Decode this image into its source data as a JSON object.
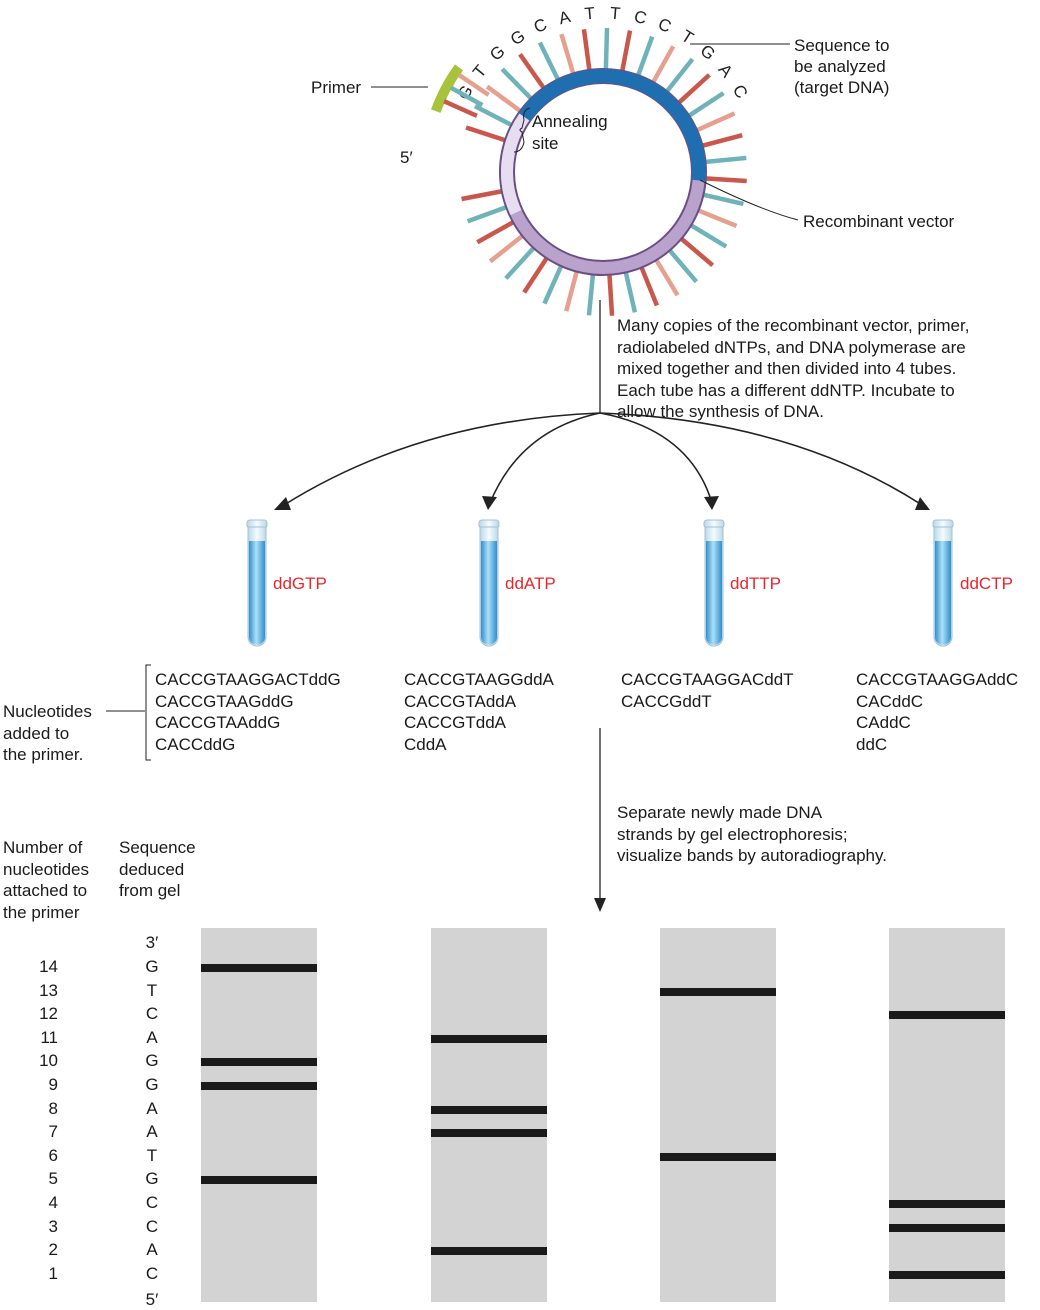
{
  "colors": {
    "target_blue": "#1f6fb0",
    "vector_purple": "#9a7ab3",
    "vector_light": "#d8cde3",
    "primer_green": "#a8c23a",
    "tick_red": "#c9574b",
    "tick_salmon": "#e5a08f",
    "tick_teal": "#6fb3b8",
    "ddntp_red": "#e8262c",
    "gel_lane": "#d3d3d3",
    "gel_band": "#1a1a1a"
  },
  "plasmid": {
    "letters": [
      "G",
      "T",
      "G",
      "G",
      "C",
      "A",
      "T",
      "T",
      "C",
      "C",
      "T",
      "G",
      "A",
      "C"
    ],
    "label_target": [
      "Sequence to",
      "be analyzed",
      "(target DNA)"
    ],
    "label_primer": "Primer",
    "label_primer_end": "5′",
    "label_annealing": [
      "Annealing",
      "site"
    ],
    "label_vector": "Recombinant vector"
  },
  "step1_text": [
    "Many copies of the recombinant vector, primer,",
    "radiolabeled dNTPs, and DNA polymerase are",
    "mixed together and then divided into 4 tubes.",
    "Each tube has a different ddNTP. Incubate to",
    "allow the synthesis of DNA."
  ],
  "tubes": [
    {
      "label": "ddGTP",
      "products": [
        "CACCGTAAGGACTddG",
        "CACCGTAAGddG",
        "CACCGTAAddG",
        "CACCddG"
      ]
    },
    {
      "label": "ddATP",
      "products": [
        "CACCGTAAGGddA",
        "CACCGTAddA",
        "CACCGTddA",
        "CddA"
      ]
    },
    {
      "label": "ddTTP",
      "products": [
        "CACCGTAAGGACddT",
        "CACCGddT"
      ]
    },
    {
      "label": "ddCTP",
      "products": [
        "CACCGTAAGGAddC",
        "CACddC",
        "CAddC",
        "ddC"
      ]
    }
  ],
  "nucleotides_label": [
    "Nucleotides",
    "added to",
    "the primer."
  ],
  "step2_text": [
    "Separate newly made DNA",
    "strands by gel electrophoresis;",
    "visualize bands by autoradiography."
  ],
  "gel_headers": {
    "number": [
      "Number of",
      "nucleotides",
      "attached to",
      "the primer"
    ],
    "sequence": [
      "Sequence",
      "deduced",
      "from gel"
    ]
  },
  "gel_end_top": "3′",
  "gel_end_bottom": "5′",
  "gel_rows": [
    {
      "n": "14",
      "base": "G"
    },
    {
      "n": "13",
      "base": "T"
    },
    {
      "n": "12",
      "base": "C"
    },
    {
      "n": "11",
      "base": "A"
    },
    {
      "n": "10",
      "base": "G"
    },
    {
      "n": "9",
      "base": "G"
    },
    {
      "n": "8",
      "base": "A"
    },
    {
      "n": "7",
      "base": "A"
    },
    {
      "n": "6",
      "base": "T"
    },
    {
      "n": "5",
      "base": "G"
    },
    {
      "n": "4",
      "base": "C"
    },
    {
      "n": "3",
      "base": "C"
    },
    {
      "n": "2",
      "base": "A"
    },
    {
      "n": "1",
      "base": "C"
    }
  ],
  "gel_lanes": [
    {
      "ddntp": "ddGTP",
      "bands": [
        14,
        10,
        9,
        5
      ]
    },
    {
      "ddntp": "ddATP",
      "bands": [
        11,
        8,
        7,
        2
      ]
    },
    {
      "ddntp": "ddTTP",
      "bands": [
        13,
        6
      ]
    },
    {
      "ddntp": "ddCTP",
      "bands": [
        12,
        4,
        3,
        1
      ]
    }
  ]
}
